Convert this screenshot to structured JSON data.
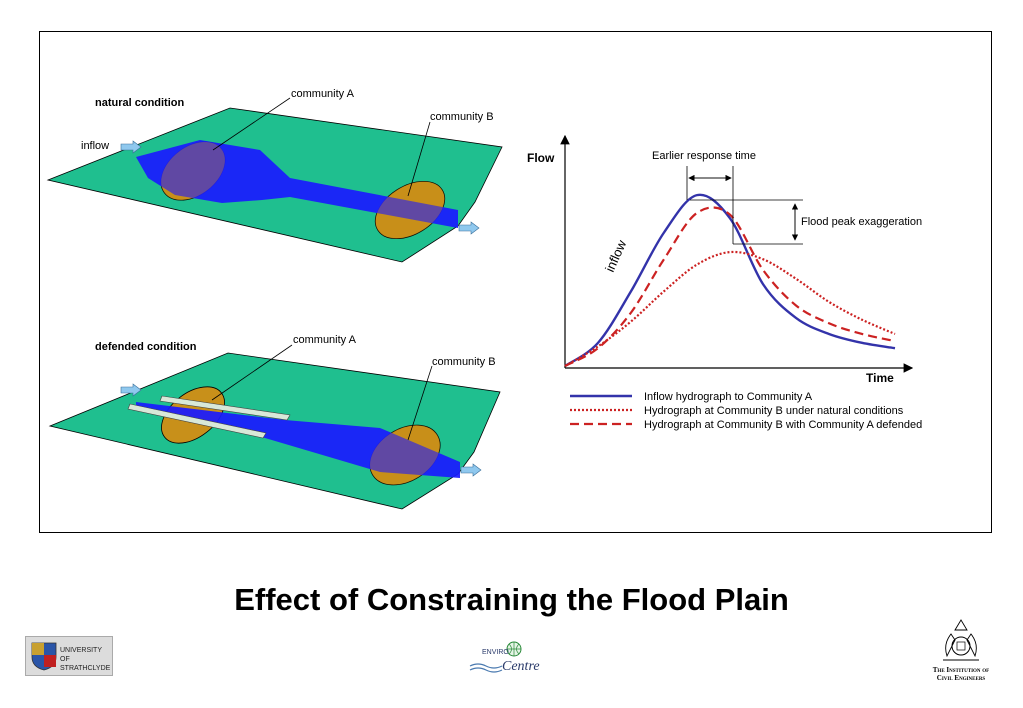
{
  "labels": {
    "natural_condition": "natural condition",
    "defended_condition": "defended condition",
    "community_a": "community A",
    "community_b": "community B",
    "inflow": "inflow"
  },
  "chart_data": {
    "type": "line",
    "xlabel": "Time",
    "ylabel": "Flow",
    "annotations": {
      "response": "Earlier response time",
      "peak": "Flood peak exaggeration",
      "curve_label": "inflow"
    },
    "series": [
      {
        "name": "Inflow hydrograph to Community A",
        "style": "solid",
        "color": "#3333aa",
        "x": [
          0,
          1,
          2,
          3,
          4,
          5,
          6,
          7,
          8,
          9,
          10
        ],
        "y": [
          0,
          1.3,
          4.2,
          7.5,
          9.6,
          8.3,
          4.6,
          2.7,
          1.8,
          1.3,
          1.0
        ]
      },
      {
        "name": "Hydrograph at Community B under natural conditions",
        "style": "dotted",
        "color": "#cc2222",
        "x": [
          0,
          1,
          2,
          3,
          4,
          5,
          6,
          7,
          8,
          9,
          10
        ],
        "y": [
          0,
          1.1,
          2.5,
          4.2,
          5.7,
          6.4,
          6.0,
          4.9,
          3.6,
          2.6,
          1.8
        ]
      },
      {
        "name": "Hydrograph at Community B with Community A defended",
        "style": "dashed",
        "color": "#cc2222",
        "x": [
          0,
          1,
          2,
          3,
          4,
          5,
          6,
          7,
          8,
          9,
          10
        ],
        "y": [
          0,
          1.0,
          3.0,
          6.0,
          8.6,
          8.5,
          5.4,
          3.4,
          2.4,
          1.8,
          1.4
        ]
      }
    ]
  },
  "title": "Effect of Constraining the Flood Plain",
  "logos": {
    "strathclyde": "UNIVERSITY OF STRATHCLYDE",
    "envirocentre_1": "ENVIRO",
    "envirocentre_2": "Centre",
    "ice_1": "The Institution of",
    "ice_2": "Civil Engineers"
  },
  "colors": {
    "plain": "#1fbf8f",
    "river": "#1a1aff",
    "community": "#c8901a",
    "inflow_arrow": "#8fc8ee",
    "inflow_curve": "#3333aa",
    "community_b_curve": "#cc2222"
  }
}
